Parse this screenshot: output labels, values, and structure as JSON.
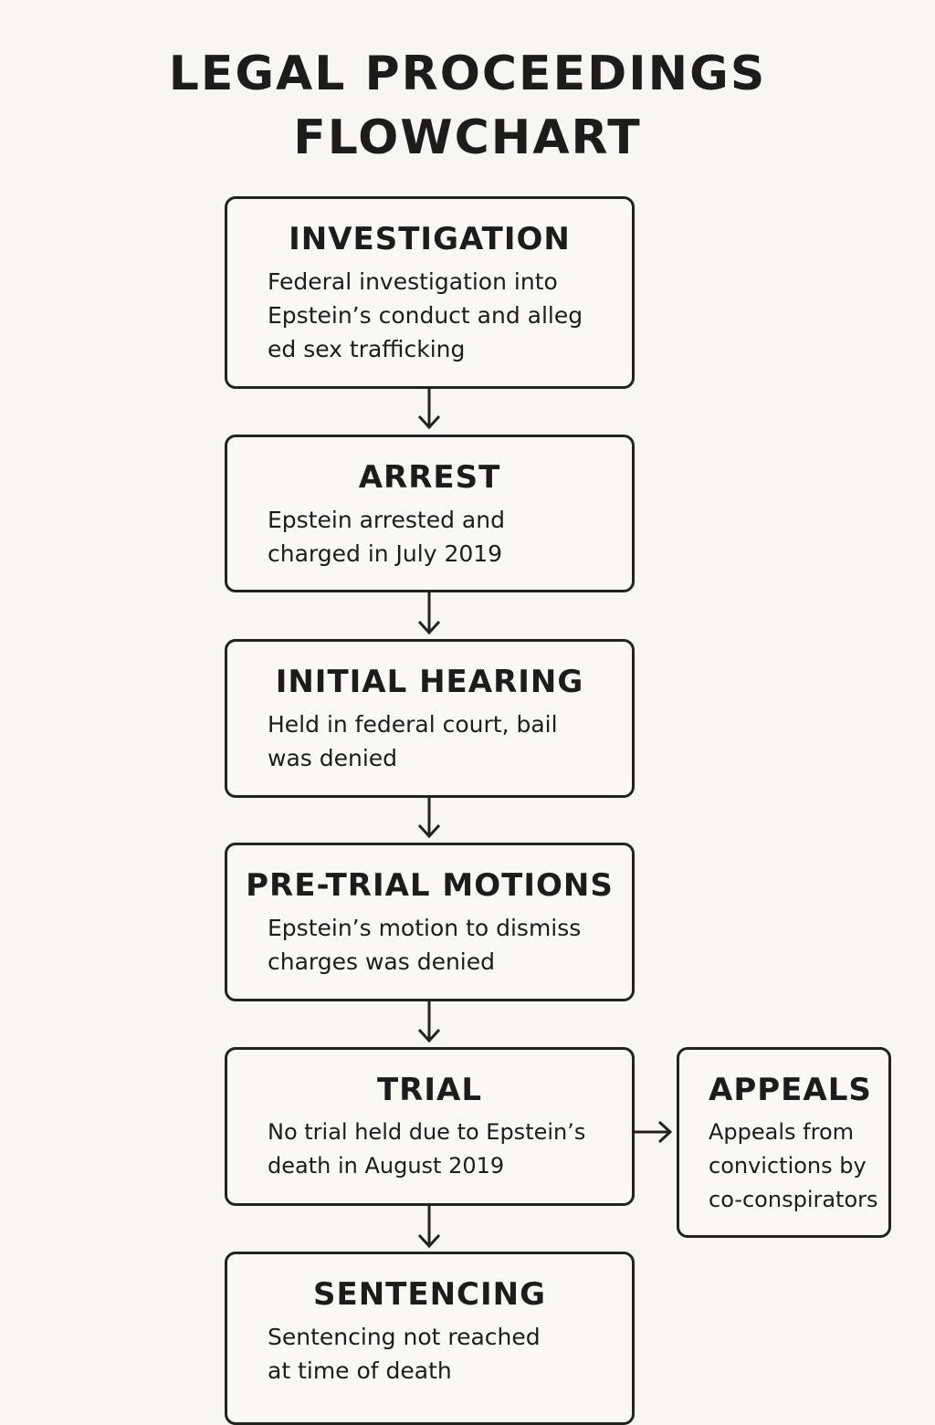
{
  "title_lines": [
    "LEGAL PROCEEDINGS",
    "FLOWCHART"
  ],
  "steps": [
    {
      "title": "INVESTIGATION",
      "text": "Federal investigation into Epstein’s conduct and alleg ed sex trafficking"
    },
    {
      "title": "ARREST",
      "text": "Epstein arrested and charged in July 2019"
    },
    {
      "title": "INITIAL HEARING",
      "text": "Held in federal court, bail was denied"
    },
    {
      "title": "PRE-TRIAL MOTIONS",
      "text": "Epstein’s motion to dismiss charges was denied"
    },
    {
      "title": "TRIAL",
      "text": "No trial held due to Epstein’s death in August 2019"
    },
    {
      "title": "SENTENCING",
      "text": "Sentencing not reached at time of death"
    }
  ],
  "side": {
    "title": "APPEALS",
    "text": "Appeals from convictions by co-conspirators"
  }
}
